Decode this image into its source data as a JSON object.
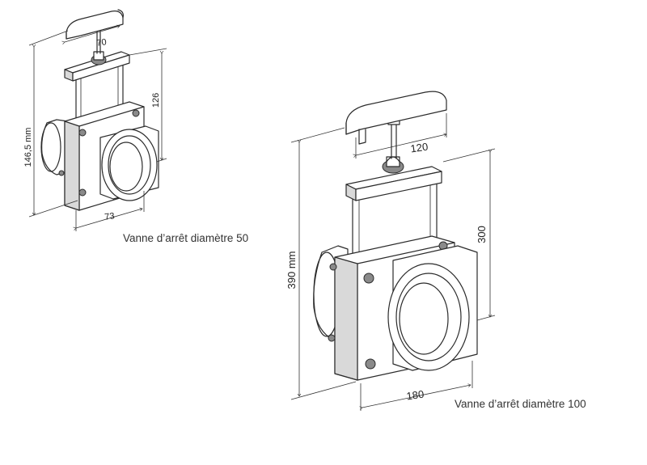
{
  "small_valve": {
    "caption": "Vanne d’arrêt diamètre 50",
    "dim_total_height": "146,5 mm",
    "dim_height": "126",
    "dim_handle_width": "70",
    "dim_body_width": "73"
  },
  "large_valve": {
    "caption": "Vanne d’arrêt diamètre 100",
    "dim_total_height": "390 mm",
    "dim_height": "300",
    "dim_handle_width": "120",
    "dim_body_width": "180"
  }
}
